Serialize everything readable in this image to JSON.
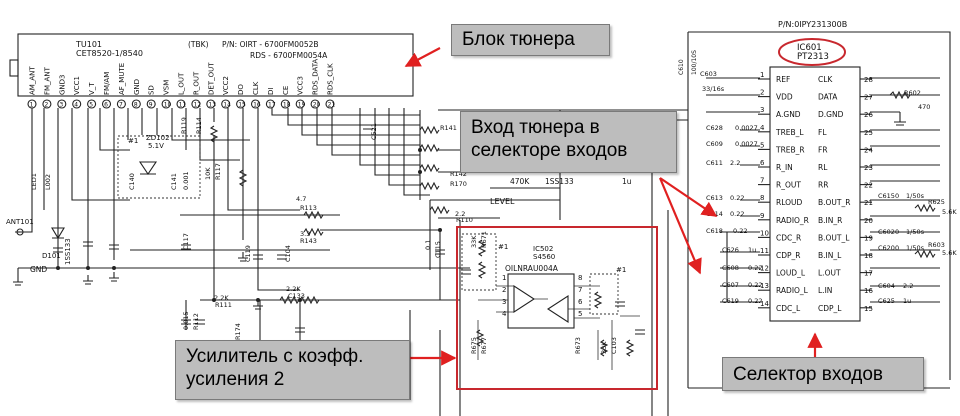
{
  "annotations": {
    "tuner_block": "Блок тюнера",
    "tuner_input": "Вход тюнера в селекторе входов",
    "amplifier": "Усилитель с коэфф. усиления  2",
    "selector": "Селектор входов"
  },
  "tuner": {
    "ref": "TU101",
    "model": "CET8520-1/8540",
    "maker": "(TBK)",
    "pn1": "P/N: OIRT - 6700FM0052B",
    "pn2": "RDS - 6700FM0054A",
    "pins": [
      "AM_ANT",
      "FM_ANT",
      "GND3",
      "VCC1",
      "V_T",
      "FM/AM",
      "AF_MUTE",
      "GND",
      "SD",
      "VSM",
      "L_OUT",
      "R_OUT",
      "DET_OUT",
      "VCC2",
      "DO",
      "CLK",
      "DI",
      "CE",
      "VCC3",
      "RDS_DATA",
      "RDS_CLK"
    ]
  },
  "ic601": {
    "pn": "P/N:0IPY231300B",
    "ref": "IC601",
    "part": "PT2313",
    "left_pins": [
      "REF",
      "VDD",
      "A.GND",
      "TREB_L",
      "TREB_R",
      "R_IN",
      "R_OUT",
      "RLOUD",
      "RADIO_R",
      "CDC_R",
      "CDP_R",
      "LOUD_L",
      "RADIO_L",
      "CDC_L"
    ],
    "right_pins": [
      "CLK",
      "DATA",
      "D.GND",
      "FL",
      "FR",
      "RL",
      "RR",
      "B.OUT_R",
      "B.IN_R",
      "B.OUT_L",
      "B.IN_L",
      "L.OUT",
      "L.IN",
      "CDP_L"
    ]
  },
  "ic502": {
    "ref": "IC502",
    "part": "S4560",
    "pn": "OILNRAU004A"
  },
  "labels": {
    "level": "LEVEL",
    "ant": "ANT101",
    "gnd": "GND",
    "d101": "D101",
    "d101b": "1SS133",
    "zd102": "ZD102",
    "zd102v": "5.1V",
    "part_470k": "470K",
    "part_1ss133": "1SS133",
    "part_1u": "1u"
  },
  "components": [
    "C603",
    "33/16s",
    "C628",
    "0.0027",
    "C609",
    "0.0027",
    "C611",
    "2.2",
    "C613",
    "0.22",
    "C614",
    "0.22",
    "C618",
    "0.22",
    "C626",
    "1u",
    "C608",
    "0.22",
    "C607",
    "0.22",
    "C619",
    "0.22",
    "R602",
    "470",
    "C6150",
    "1/50s",
    "R625",
    "5.6K",
    "C6020",
    "1/50s",
    "C6200",
    "1/50s",
    "R603",
    "5.6K",
    "C604",
    "2.2",
    "C625",
    "1u",
    "C610",
    "100/10S",
    "R119",
    "R114",
    "10K",
    "R117",
    "4.7",
    "R113",
    "3.3",
    "R143",
    "2.2",
    "R110",
    "2.2K",
    "R111",
    "2.2K",
    "C133",
    "C117",
    "C119",
    "C104",
    "0.015",
    "R112",
    "R174",
    "33K",
    "R671",
    "R675",
    "R677",
    "R673",
    "33K",
    "C103",
    "0.1",
    "C115",
    "C140",
    "C141",
    "0.001",
    "R141",
    "R142",
    "R170",
    "C521",
    "LED1",
    "L002"
  ],
  "colors": {
    "highlight": "#c8282e",
    "callout_bg": "#bdbdbd",
    "arrow": "#e02020"
  }
}
